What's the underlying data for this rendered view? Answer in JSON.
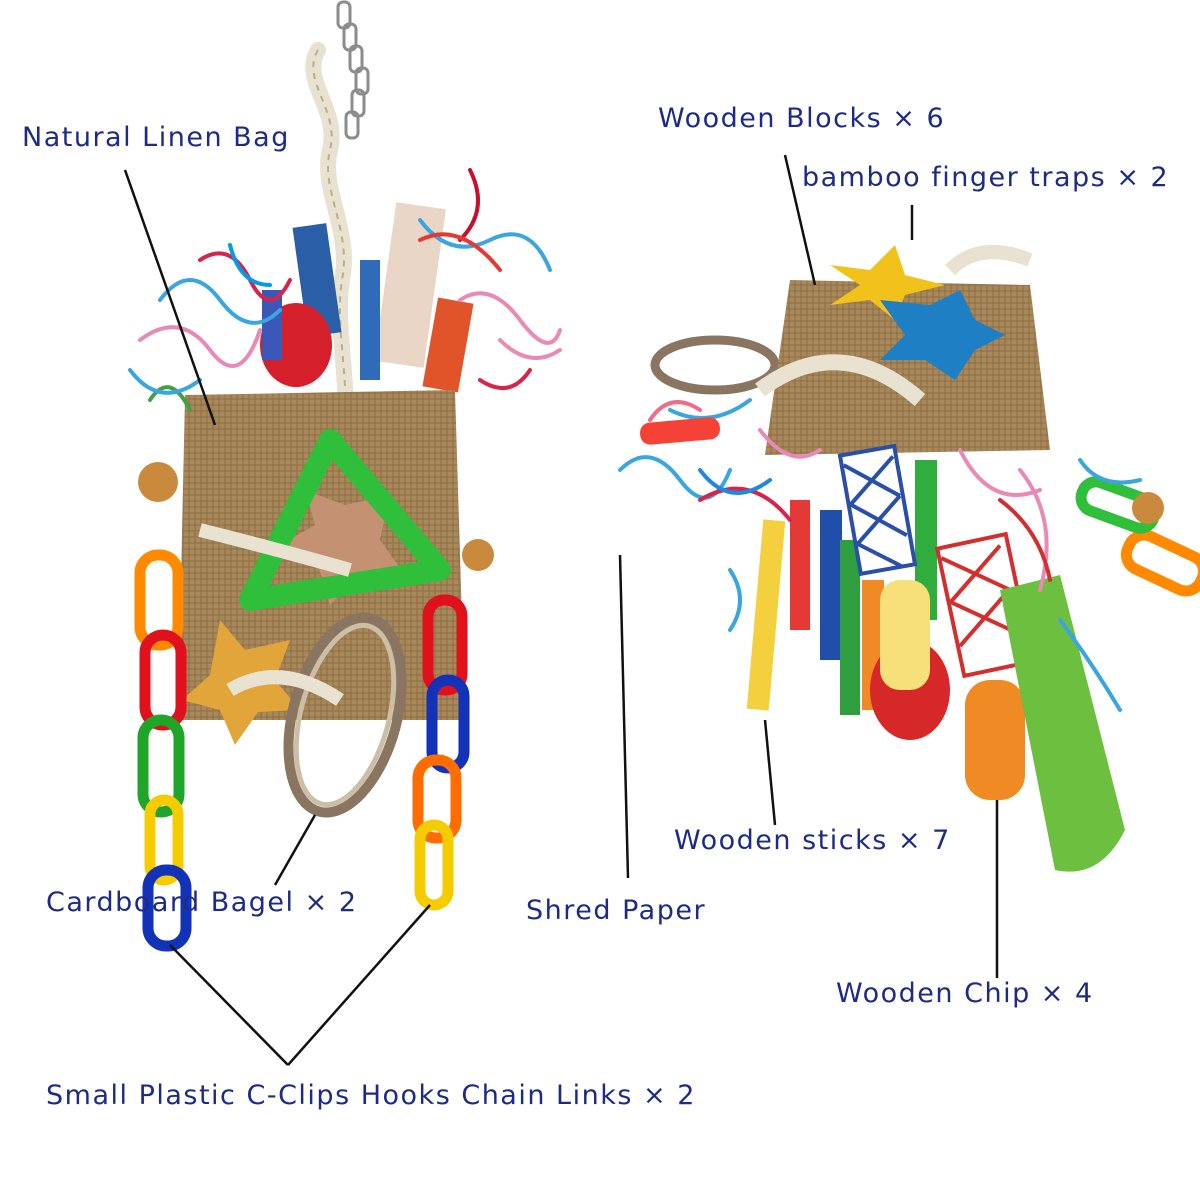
{
  "labels": {
    "natural_linen_bag": "Natural Linen Bag",
    "wooden_blocks": "Wooden Blocks × 6",
    "bamboo_finger_traps": "bamboo finger traps × 2",
    "cardboard_bagel": "Cardboard Bagel × 2",
    "shred_paper": "Shred Paper",
    "wooden_sticks": "Wooden sticks × 7",
    "wooden_chip": "Wooden Chip × 4",
    "c_clips": "Small Plastic C-Clips Hooks Chain Links × 2"
  },
  "colors": {
    "label_text": "#1d2a86",
    "leader_line": "#111111",
    "burlap": "#a8875a",
    "rope": "#ece6d6"
  }
}
